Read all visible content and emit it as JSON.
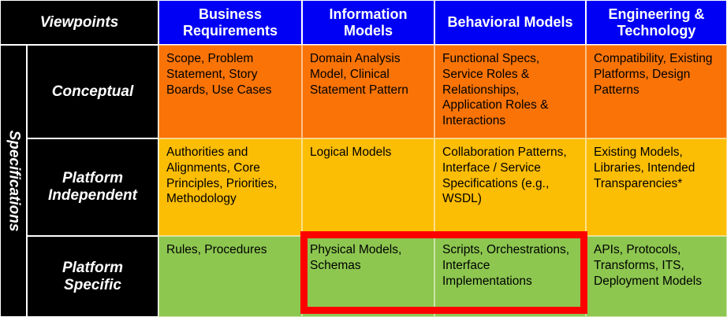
{
  "matrix": {
    "corner_label": "Viewpoints",
    "side_label": "Specifications",
    "columns": [
      {
        "label": "Business\nRequirements",
        "name": "business-requirements"
      },
      {
        "label": "Information\nModels",
        "name": "information-models"
      },
      {
        "label": "Behavioral Models",
        "name": "behavioral-models"
      },
      {
        "label": "Engineering &\nTechnology",
        "name": "engineering-technology"
      }
    ],
    "rows": [
      {
        "label": "Conceptual",
        "name": "conceptual",
        "band_color": "#f97306",
        "cells": [
          "Scope, Problem Statement, Story Boards, Use Cases",
          "Domain Analysis Model, Clinical Statement Pattern",
          "Functional Specs, Service Roles & Relationships, Application Roles & Interactions",
          "Compatibility, Existing Platforms, Design Patterns"
        ]
      },
      {
        "label": "Platform\nIndependent",
        "name": "platform-independent",
        "band_color": "#fcbd05",
        "cells": [
          "Authorities and Alignments,  Core Principles, Priorities, Methodology",
          "Logical Models",
          "Collaboration Patterns, Interface / Service Specifications (e.g., WSDL)",
          "Existing Models, Libraries, Intended Transparencies*"
        ]
      },
      {
        "label": "Platform\nSpecific",
        "name": "platform-specific",
        "band_color": "#8dc750",
        "cells": [
          "Rules, Procedures",
          "Physical Models, Schemas",
          "Scripts, Orchestrations, Interface Implementations",
          "APIs, Protocols, Transforms, ITS, Deployment Models"
        ]
      }
    ],
    "highlight": {
      "color": "#ff0000",
      "covers": [
        "Physical Models, Schemas",
        "Scripts, Orchestrations, Interface Implementations"
      ]
    },
    "palette": {
      "header_blue": "#0000f5",
      "header_black": "#000000",
      "conceptual_orange": "#f97306",
      "platform_independent_amber": "#fcbd05",
      "platform_specific_green": "#8dc750",
      "highlight_red": "#ff0000"
    }
  }
}
